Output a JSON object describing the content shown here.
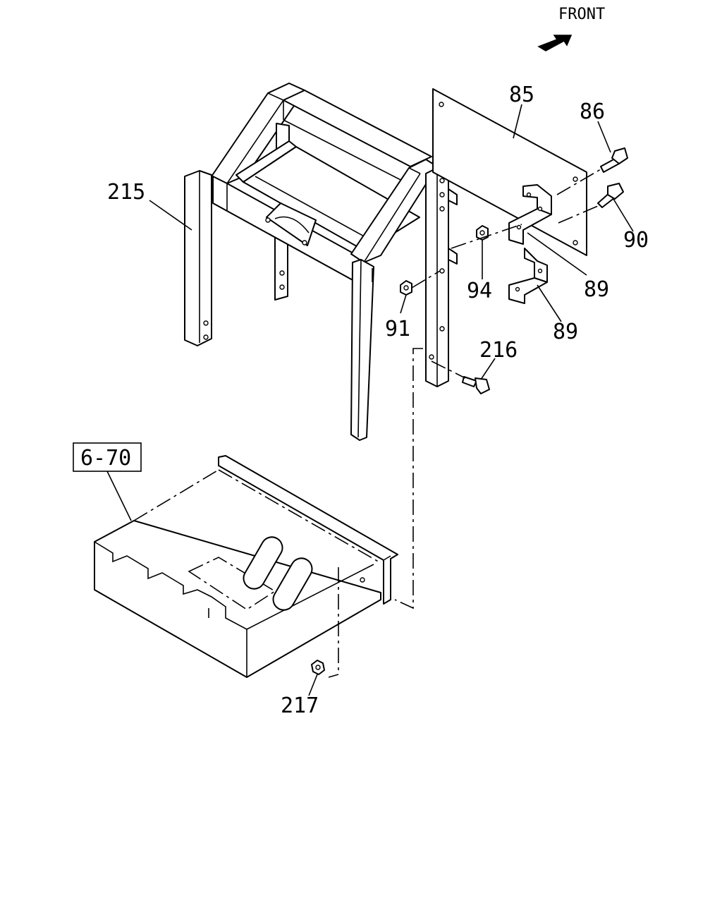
{
  "direction_indicator": {
    "text": "FRONT"
  },
  "callouts": {
    "bracket_frame": "215",
    "plate": "85",
    "bolt_upper": "86",
    "bolt_lower": "90",
    "bracket_upper": "89",
    "bracket_lower": "89",
    "nut_upper": "94",
    "nut_middle": "91",
    "bolt_frame": "216",
    "nut_bottom": "217",
    "reference_box": "6-70"
  }
}
